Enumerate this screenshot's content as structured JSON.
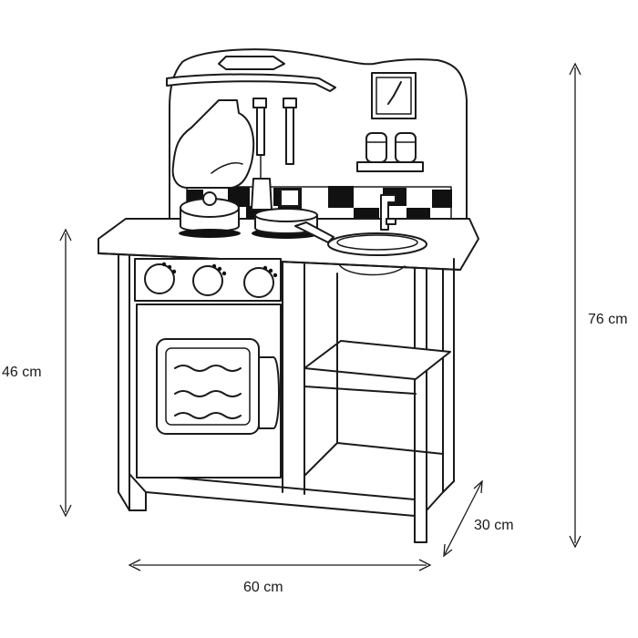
{
  "dimensions": {
    "height_total": "76 cm",
    "height_counter": "46 cm",
    "width": "60 cm",
    "depth": "30 cm"
  },
  "colors": {
    "line": "#1a1a1a",
    "tile_dark": "#111111",
    "background": "#ffffff"
  }
}
